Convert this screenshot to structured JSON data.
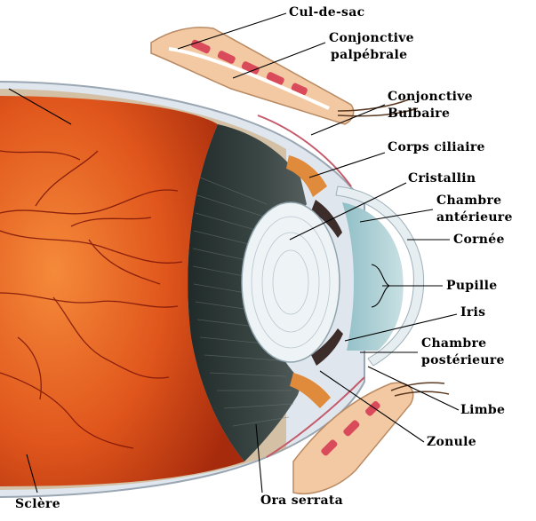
{
  "labels": {
    "cul_de_sac": "Cul-de-sac",
    "conj_palp_1": "Conjonctive",
    "conj_palp_2": "palpébrale",
    "conj_bulb_1": "Conjonctive",
    "conj_bulb_2": "Bulbaire",
    "corps_ciliaire": "Corps ciliaire",
    "cristallin": "Cristallin",
    "chambre_ant_1": "Chambre",
    "chambre_ant_2": "antérieure",
    "cornee": "Cornée",
    "pupille": "Pupille",
    "iris": "Iris",
    "chambre_post_1": "Chambre",
    "chambre_post_2": "postérieure",
    "limbe": "Limbe",
    "zonule": "Zonule",
    "ora_serrata": "Ora serrata",
    "sclere": "Sclère"
  },
  "colors": {
    "retina_light": "#f07a2e",
    "retina_dark": "#b8320e",
    "vessel": "#7a1408",
    "ciliary_dark": "#2f3a38",
    "sclera": "#dfe6ee",
    "cornea": "#e6eef2",
    "anterior_chamber": "#9fc7cc",
    "lens": "#eef3f6",
    "eyelid_skin": "#f2c9a2",
    "eyelid_muscle": "#d94a5a"
  }
}
